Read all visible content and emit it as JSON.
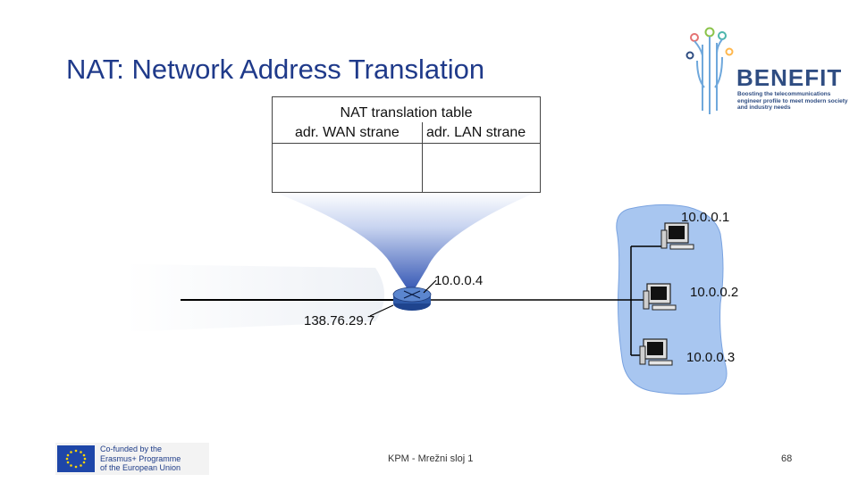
{
  "slide": {
    "title": "NAT: Network Address Translation",
    "footer_center": "KPM - Mrežni sloj 1",
    "page_number": "68"
  },
  "nat_table": {
    "caption": "NAT translation table",
    "col_wan": "adr. WAN strane",
    "col_lan": "adr. LAN strane"
  },
  "network": {
    "router_lan_ip": "10.0.0.4",
    "router_wan_ip": "138.76.29.7",
    "hosts": [
      "10.0.0.1",
      "10.0.0.2",
      "10.0.0.3"
    ]
  },
  "logo": {
    "word": "BENEFIT",
    "tagline": "Boosting the telecommunications engineer profile to meet modern society and industry needs"
  },
  "eu": {
    "line1": "Co-funded by the",
    "line2": "Erasmus+ Programme",
    "line3": "of the European Union"
  },
  "colors": {
    "title": "#1f3a8a",
    "cloud": "#a8c6f0",
    "funnel": "#3a5bb8",
    "router": "#2f5aa8"
  }
}
